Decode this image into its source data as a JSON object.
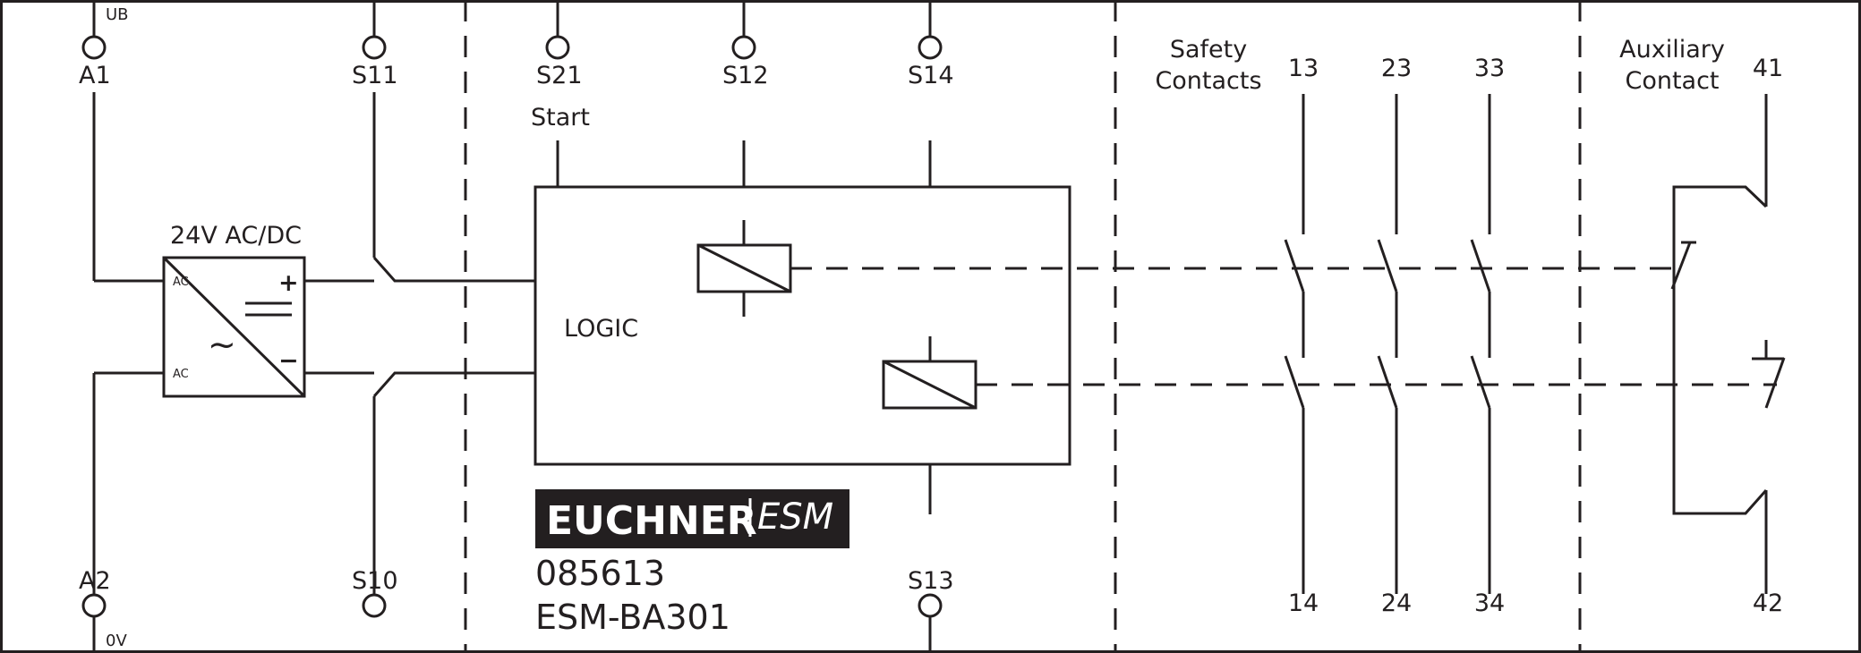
{
  "terminals": {
    "a1": "A1",
    "a2": "A2",
    "ub": "UB",
    "zero_v": "0V",
    "s11": "S11",
    "s10": "S10",
    "s21": "S21",
    "s12": "S12",
    "s14": "S14",
    "s13": "S13"
  },
  "start_label": "Start",
  "power_supply": {
    "voltage": "24V AC/DC",
    "ac_top": "AC",
    "ac_bottom": "AC",
    "plus": "+",
    "minus": "−",
    "tilde": "~"
  },
  "logic_label": "LOGIC",
  "branding": {
    "brand": "EUCHNER",
    "series": "ESM",
    "part_number": "085613",
    "model": "ESM-BA301"
  },
  "safety": {
    "heading_line1": "Safety",
    "heading_line2": "Contacts",
    "top_numbers": [
      "13",
      "23",
      "33"
    ],
    "bottom_numbers": [
      "14",
      "24",
      "34"
    ]
  },
  "auxiliary": {
    "heading_line1": "Auxiliary",
    "heading_line2": "Contact",
    "top_number": "41",
    "bottom_number": "42"
  },
  "colors": {
    "line": "#231f20",
    "background": "#ffffff",
    "logo_background": "#231f20"
  }
}
